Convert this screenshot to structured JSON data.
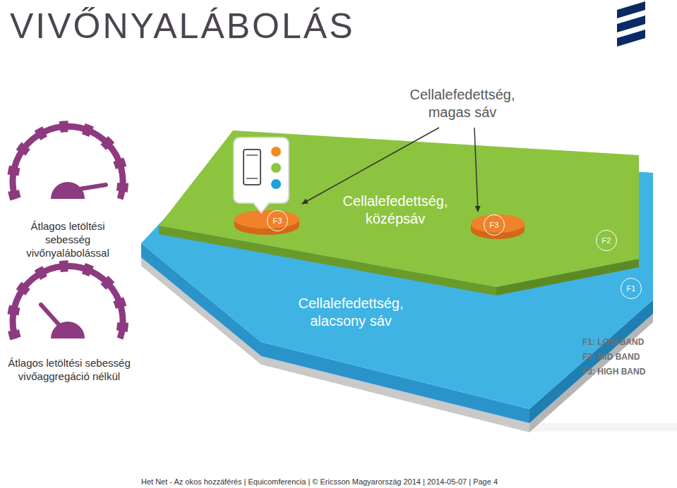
{
  "diagram": {
    "title": "VIVŐNYALÁBOLÁS",
    "nodes": [
      {
        "text": [
          "F1",
          "Cellalefedettség, alacsony sáv"
        ]
      },
      {
        "text": [
          "F2",
          "Cellalefedettség, középsáv"
        ]
      },
      {
        "text": [
          "F3"
        ],
        "in": 1
      },
      {
        "text": [
          "F3"
        ],
        "in": 1
      }
    ],
    "labels": [
      "Cellalefedettség, magas sáv",
      "Átlagos letöltési sebesség vivőnyalábolással",
      "Átlagos letöltési sebesség vivőaggregáció nélkül",
      "F1: LOW BAND",
      "F2: MID BAND",
      "F3: HIGH BAND",
      "Het Net - Az okos hozzáférés | Equicomferencia | © Ericsson Magyarország 2014 | 2014-05-07 | Page 4"
    ]
  }
}
